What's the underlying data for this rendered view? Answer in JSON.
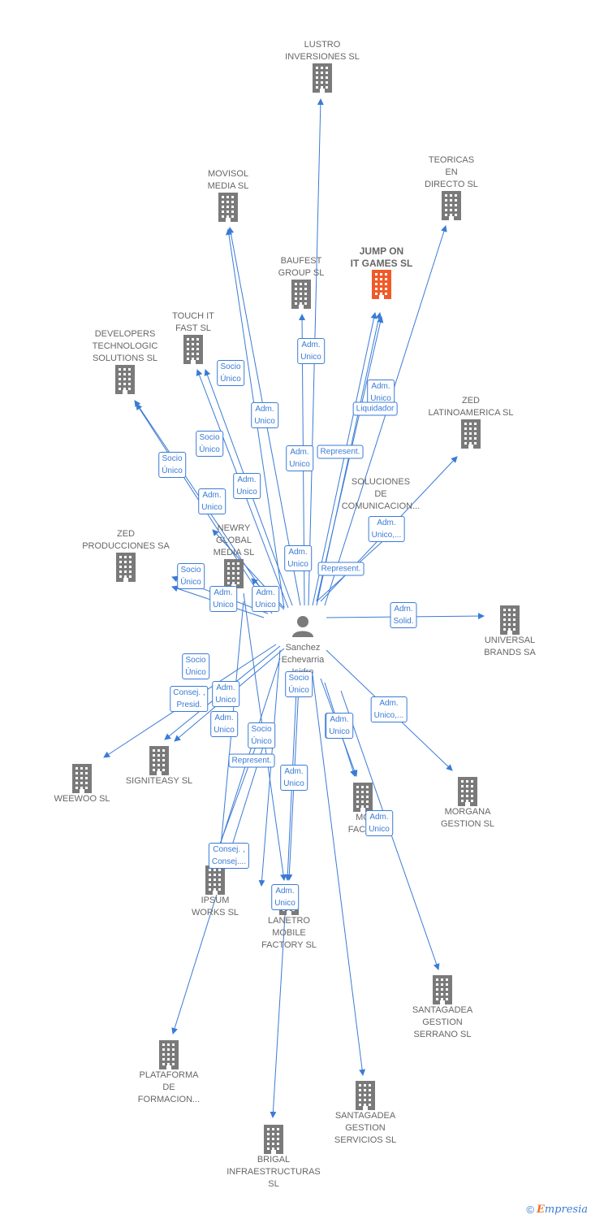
{
  "center": {
    "name": "Sanchez\nEchevarria\nIsidro"
  },
  "nodes": [
    {
      "id": "lustro",
      "label": "LUSTRO\nINVERSIONES SL"
    },
    {
      "id": "teoricas",
      "label": "TEORICAS\nEN\nDIRECTO SL"
    },
    {
      "id": "movisol",
      "label": "MOVISOL\nMEDIA SL"
    },
    {
      "id": "jumpon",
      "label": "JUMP ON\nIT GAMES  SL",
      "main": true
    },
    {
      "id": "baufest",
      "label": "BAUFEST\nGROUP  SL"
    },
    {
      "id": "touchit",
      "label": "TOUCH IT\nFAST SL"
    },
    {
      "id": "developers",
      "label": "DEVELOPERS\nTECHNOLOGIC\nSOLUTIONS  SL"
    },
    {
      "id": "zedlatam",
      "label": "ZED\nLATINOAMERICA SL"
    },
    {
      "id": "soluciones",
      "label": "SOLUCIONES\nDE\nCOMUNICACION..."
    },
    {
      "id": "newry",
      "label": "NEWRY\nGLOBAL\nMEDIA  SL"
    },
    {
      "id": "zedprod",
      "label": "ZED\nPRODUCCIONES SA"
    },
    {
      "id": "universal",
      "label": "UNIVERSAL\nBRANDS SA"
    },
    {
      "id": "weewoo",
      "label": "WEEWOO  SL"
    },
    {
      "id": "signiteasy",
      "label": "SIGNITEASY SL"
    },
    {
      "id": "mofacto",
      "label": "MO\nFACTO"
    },
    {
      "id": "morgana",
      "label": "MORGANA\nGESTION  SL"
    },
    {
      "id": "ipsum",
      "label": "IPSUM\nWORKS  SL"
    },
    {
      "id": "lanetro",
      "label": "LANETRO\nMOBILE\nFACTORY SL"
    },
    {
      "id": "santaserrano",
      "label": "SANTAGADEA\nGESTION\nSERRANO  SL"
    },
    {
      "id": "plataforma",
      "label": "PLATAFORMA\nDE\nFORMACION..."
    },
    {
      "id": "santaservicios",
      "label": "SANTAGADEA\nGESTION\nSERVICIOS  SL"
    },
    {
      "id": "brigal",
      "label": "BRIGAL\nINFRAESTRUCTURAS\nSL"
    }
  ],
  "edge_labels": [
    "Adm.\nUnico",
    "Adm.\nUnico",
    "Liquidador",
    "Represent.",
    "Adm.\nUnico",
    "Socio\nÚnico",
    "Adm.\nUnico",
    "Socio\nÚnico",
    "Socio\nÚnico",
    "Adm.\nUnico",
    "Adm.\nUnico",
    "Adm.\nUnico,...",
    "Adm.\nUnico",
    "Represent.",
    "Socio\nÚnico",
    "Adm.\nUnico",
    "Adm.\nUnico",
    "Adm.\nSolid.",
    "Socio\nÚnico",
    "Consej. ,\nPresid.",
    "Adm.\nUnico",
    "Adm.\nUnico",
    "Socio\nÚnico",
    "Adm.\nUnico",
    "Adm.\nUnico,...",
    "Socio\nÚnico",
    "Represent.",
    "Adm.\nUnico",
    "Adm.\nUnico",
    "Consej. ,\nConsej....",
    "Adm.\nUnico",
    "Adm.\nUnico"
  ],
  "colors": {
    "edge": "#3a7bd5",
    "building": "#7a7a7a",
    "main_building": "#f05a28",
    "person": "#7a7a7a"
  },
  "footer": {
    "copyright": "©",
    "brand_initial": "E",
    "brand_rest": "mpresia"
  }
}
